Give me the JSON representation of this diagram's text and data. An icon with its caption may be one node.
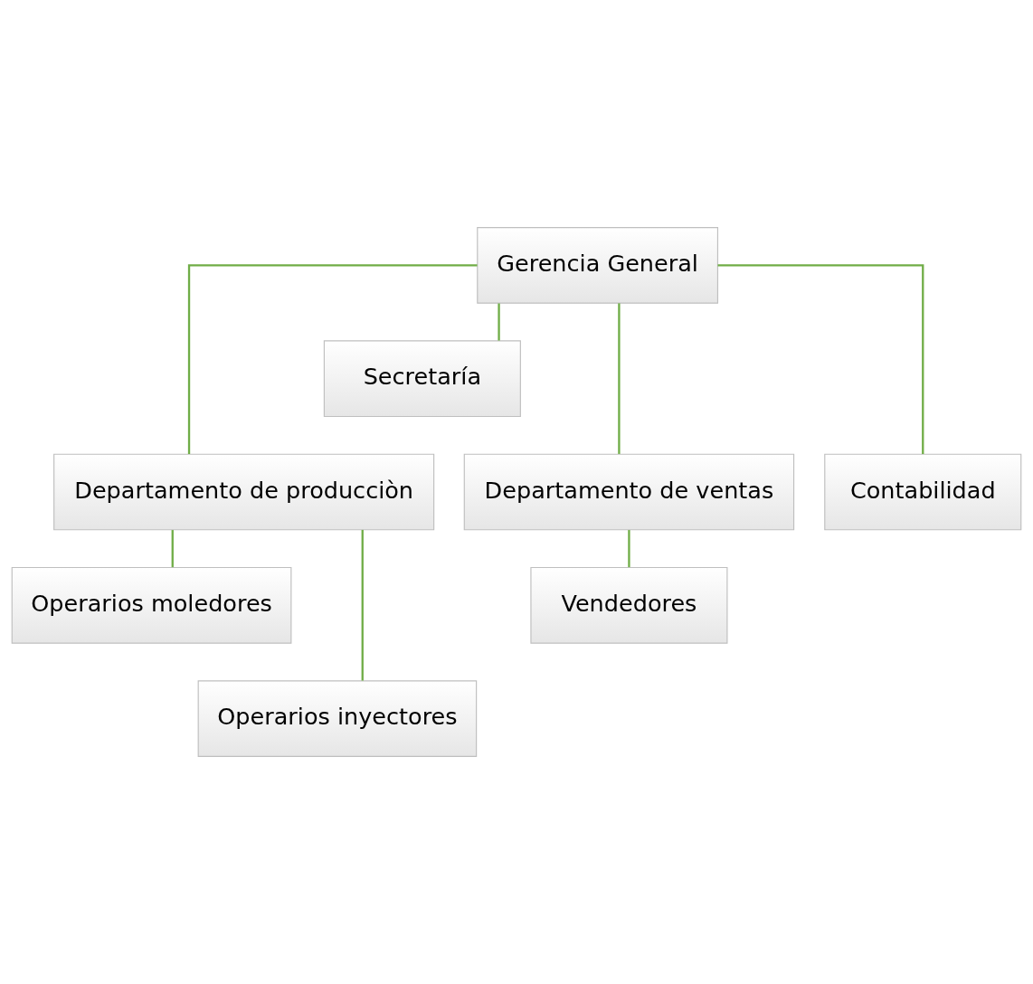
{
  "diagram": {
    "nodes": [
      {
        "text": [
          "Gerencia General"
        ]
      },
      {
        "text": [
          "Secretaría"
        ]
      },
      {
        "text": [
          "Departamento de producciòn"
        ]
      },
      {
        "text": [
          "Departamento de ventas"
        ]
      },
      {
        "text": [
          "Contabilidad"
        ]
      },
      {
        "text": [
          "Operarios moledores"
        ]
      },
      {
        "text": [
          "Operarios inyectores"
        ]
      },
      {
        "text": [
          "Vendedores"
        ]
      }
    ],
    "edges": [
      {
        "from": 0,
        "to": 1,
        "arrow": "none"
      },
      {
        "from": 0,
        "to": 2,
        "arrow": "none"
      },
      {
        "from": 0,
        "to": 3,
        "arrow": "none"
      },
      {
        "from": 0,
        "to": 4,
        "arrow": "none"
      },
      {
        "from": 2,
        "to": 5,
        "arrow": "none"
      },
      {
        "from": 2,
        "to": 6,
        "arrow": "none"
      },
      {
        "from": 3,
        "to": 7,
        "arrow": "none"
      }
    ]
  }
}
